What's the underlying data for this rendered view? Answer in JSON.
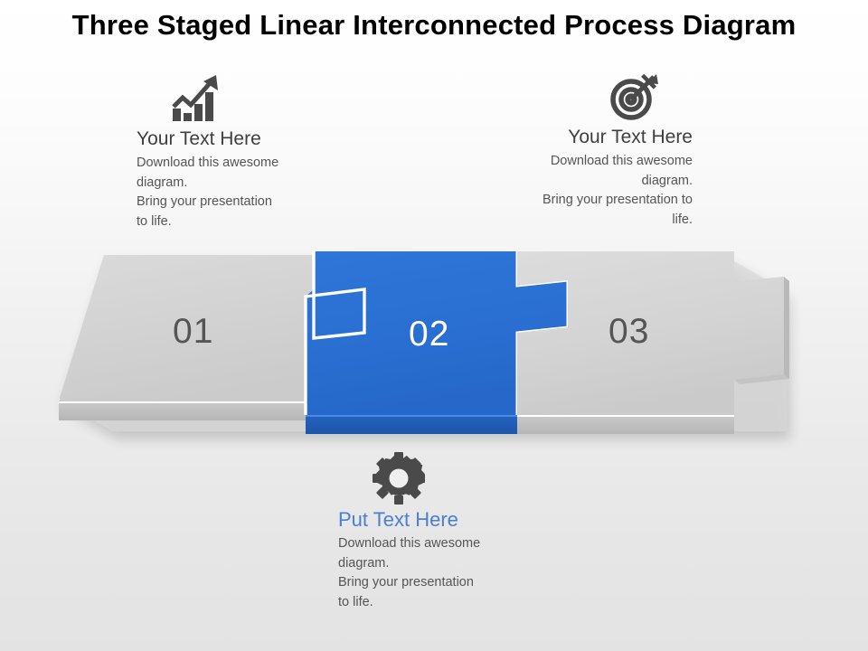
{
  "slide": {
    "title": "Three Staged Linear Interconnected Process Diagram",
    "background_top": "#ffffff",
    "background_bottom": "#e3e3e3"
  },
  "blocks": [
    {
      "id": "left",
      "icon": "growth-chart-icon",
      "heading": "Your Text Here",
      "heading_color": "#3f3f3f",
      "lines": [
        "Download this awesome",
        "diagram.",
        "Bring your presentation",
        "to life."
      ],
      "align": "left"
    },
    {
      "id": "right",
      "icon": "target-arrow-icon",
      "heading": "Your Text Here",
      "heading_color": "#3f3f3f",
      "lines": [
        "Download this awesome",
        "diagram.",
        "Bring your presentation to",
        "life."
      ],
      "align": "right"
    },
    {
      "id": "bottom",
      "icon": "gear-icon",
      "heading": "Put Text Here",
      "heading_color": "#4a7fd4",
      "lines": [
        "Download this awesome",
        "diagram.",
        "Bring your presentation",
        "to life."
      ],
      "align": "left"
    }
  ],
  "puzzle": {
    "pieces": [
      {
        "number": "01",
        "color": "#d4d4d4",
        "label_color": "#555555",
        "state": "inactive"
      },
      {
        "number": "02",
        "color": "#2a6fd4",
        "label_color": "#ffffff",
        "state": "active"
      },
      {
        "number": "03",
        "color": "#d4d4d4",
        "label_color": "#555555",
        "state": "inactive"
      }
    ],
    "accent_color": "#2a6fd4",
    "neutral_color": "#d4d4d4"
  }
}
